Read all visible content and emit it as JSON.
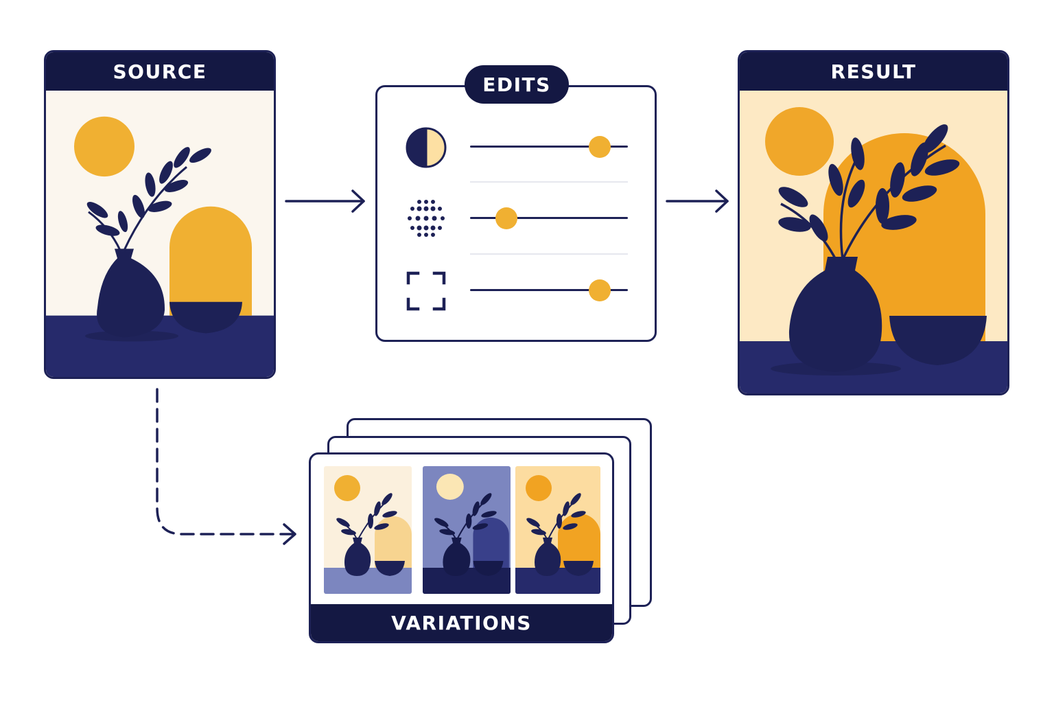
{
  "source": {
    "title": "SOURCE"
  },
  "edits": {
    "title": "EDITS",
    "rows": [
      {
        "icon": "brightness-contrast-icon",
        "value": 0.82
      },
      {
        "icon": "halftone-dots-icon",
        "value": 0.23
      },
      {
        "icon": "crop-frame-icon",
        "value": 0.82
      }
    ]
  },
  "result": {
    "title": "RESULT"
  },
  "variations": {
    "title": "VARIATIONS",
    "thumbnails": [
      {
        "palette": "light"
      },
      {
        "palette": "blue"
      },
      {
        "palette": "warm"
      }
    ]
  },
  "colors": {
    "navy": "#1d2156",
    "navy_dark": "#141843",
    "amber": "#f0b032",
    "amber_deep": "#f1a322",
    "cream": "#fbf6ee",
    "peach": "#fde9c4",
    "periwinkle": "#7c86bf"
  }
}
